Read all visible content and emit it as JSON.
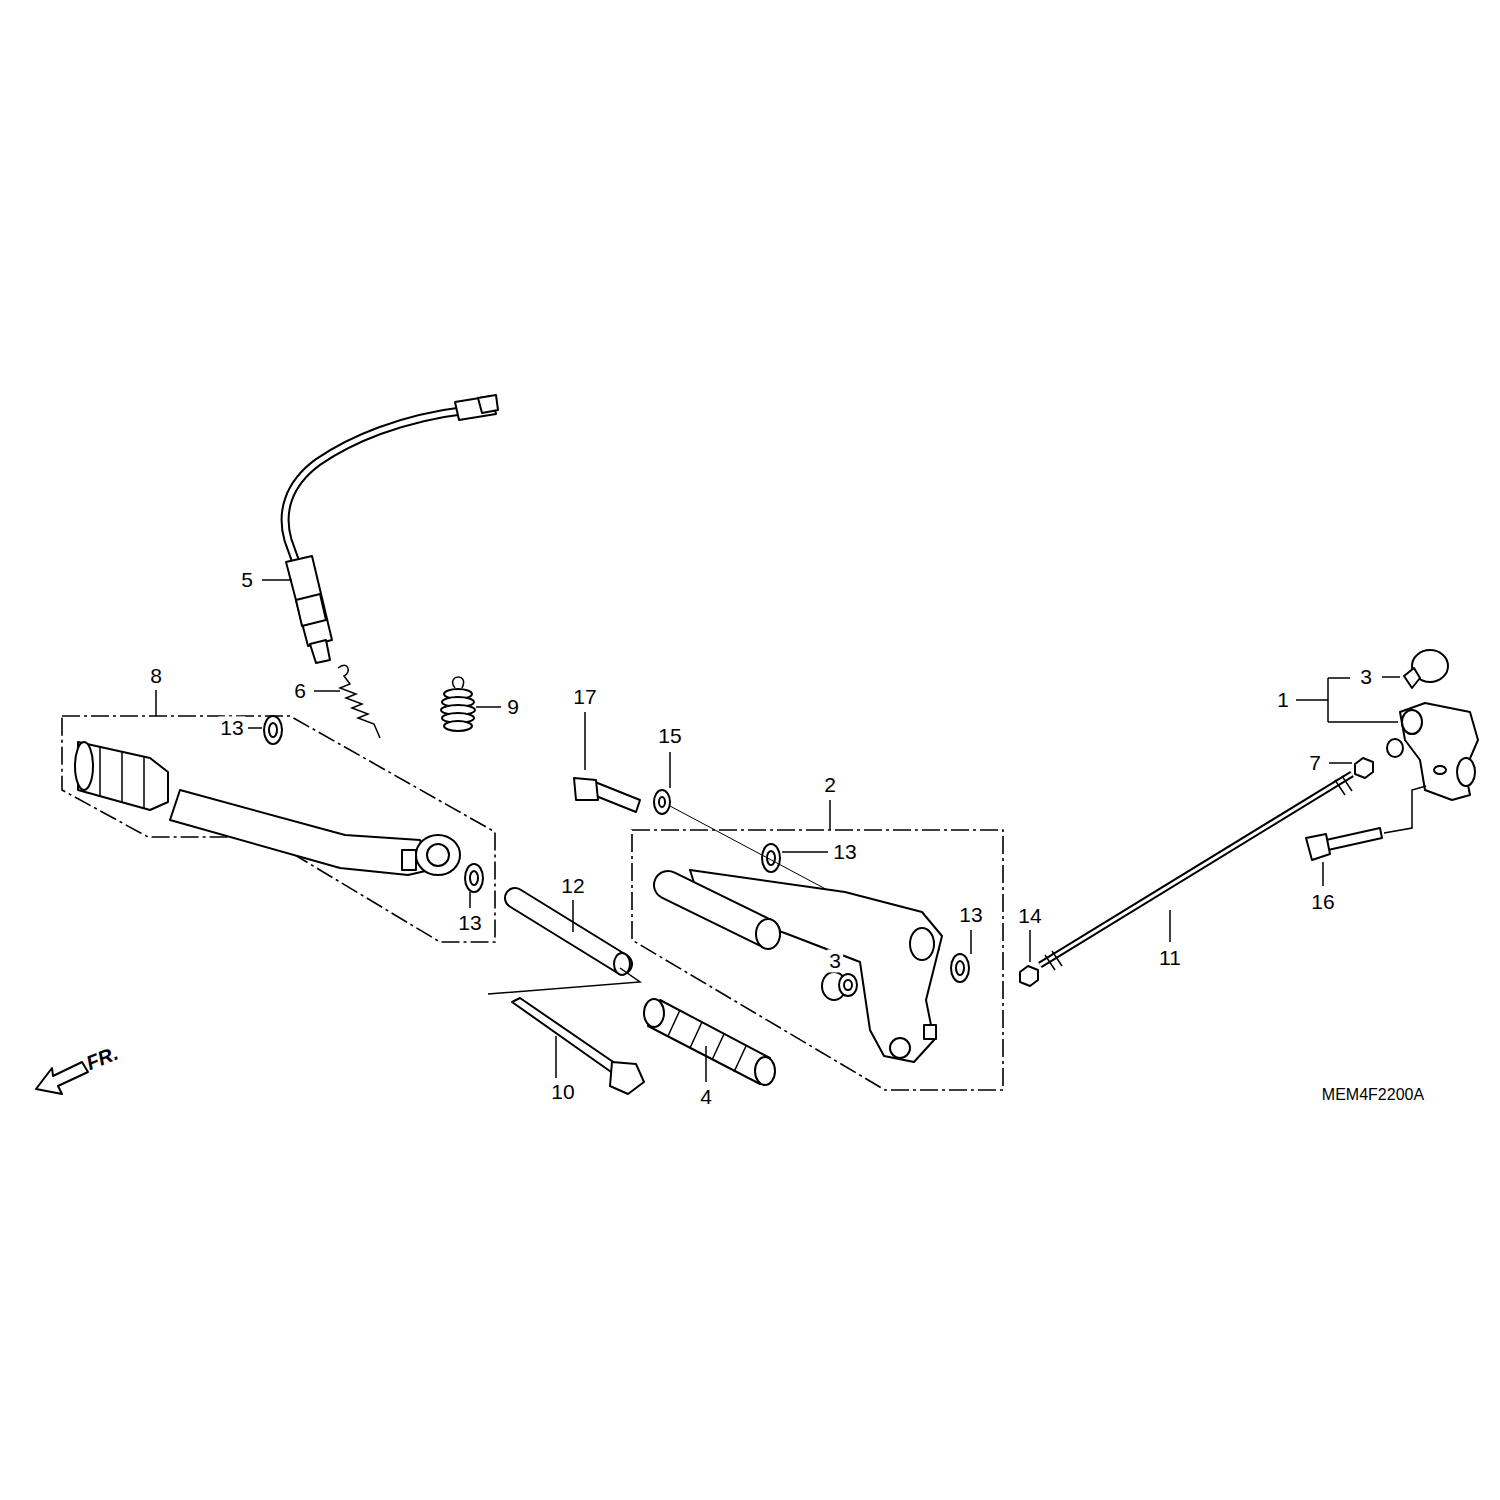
{
  "diagram": {
    "labels": [
      "5",
      "6",
      "8",
      "9",
      "13",
      "13",
      "12",
      "10",
      "17",
      "15",
      "2",
      "13",
      "13",
      "3",
      "4",
      "14",
      "11",
      "1",
      "3",
      "7",
      "16",
      "FR.",
      "MEM4F2200A"
    ]
  }
}
